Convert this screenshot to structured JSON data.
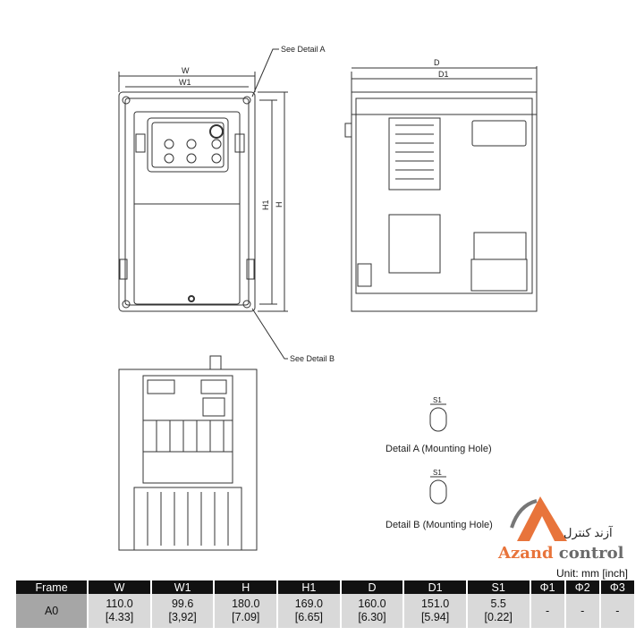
{
  "drawing": {
    "labels": {
      "see_detail_a": "See Detail A",
      "see_detail_b": "See Detail B",
      "w": "W",
      "w1": "W1",
      "h": "H",
      "h1": "H1",
      "d": "D",
      "d1": "D1",
      "s1_a": "S1",
      "s1_b": "S1",
      "detail_a": "Detail A (Mounting Hole)",
      "detail_b": "Detail B (Mounting Hole)"
    }
  },
  "logo": {
    "brand_a": "Azand ",
    "brand_c": "control",
    "persian": "آزند کنترل"
  },
  "unit": "Unit:  mm  [inch]",
  "table": {
    "headers": [
      "Frame",
      "W",
      "W1",
      "H",
      "H1",
      "D",
      "D1",
      "S1",
      "Φ1",
      "Φ2",
      "Φ3"
    ],
    "rows": [
      {
        "frame": "A0",
        "cells": [
          [
            "110.0",
            "[4.33]"
          ],
          [
            "99.6",
            "[3,92]"
          ],
          [
            "180.0",
            "[7.09]"
          ],
          [
            "169.0",
            "[6.65]"
          ],
          [
            "160.0",
            "[6.30]"
          ],
          [
            "151.0",
            "[5.94]"
          ],
          [
            "5.5",
            "[0.22]"
          ],
          [
            "-",
            ""
          ],
          [
            "-",
            ""
          ],
          [
            "-",
            ""
          ]
        ]
      }
    ]
  },
  "colors": {
    "brand_orange": "#e8743b",
    "brand_gray": "#6a6a6a",
    "header_bg": "#111111",
    "cell_bg": "#d9d9d9",
    "frame_cell_bg": "#a6a6a6"
  }
}
